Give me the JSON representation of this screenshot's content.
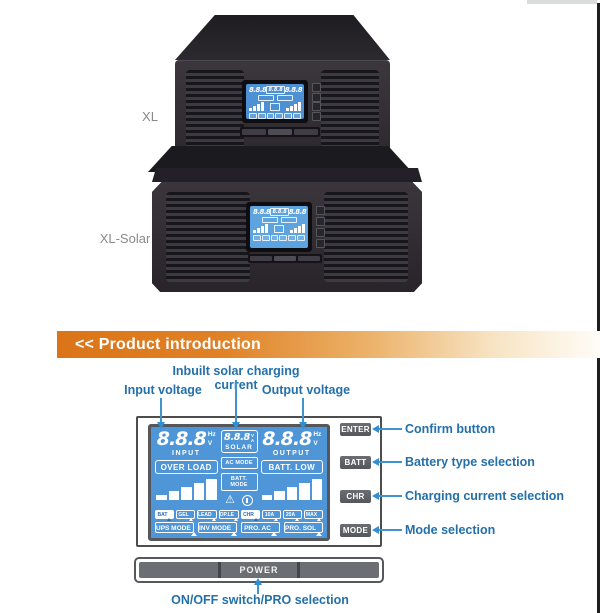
{
  "banner": {
    "title": "<< Product introduction"
  },
  "devices": {
    "xl": {
      "label": "XL"
    },
    "xl_solar": {
      "label": "XL-Solar"
    },
    "mini_lcd": {
      "left": "8.8.8",
      "center": "8.8.8",
      "right": "8.8.8"
    }
  },
  "callouts": {
    "solar": {
      "text": "Inbuilt solar charging current"
    },
    "input": {
      "text": "Input voltage"
    },
    "output": {
      "text": "Output voltage"
    },
    "power": {
      "text": "ON/OFF switch/PRO selection"
    }
  },
  "lcd": {
    "input": {
      "value": "8.8.8",
      "unit_top": "Hz",
      "unit_bottom": "V",
      "label": "INPUT",
      "status": "OVER LOAD"
    },
    "solar": {
      "value": "8.8.8",
      "unit_top": "V",
      "unit_bottom": "A",
      "label": "SOLAR"
    },
    "center_modes": {
      "mode1": "AC MODE",
      "mode2": "BATT. MODE"
    },
    "output": {
      "value": "8.8.8",
      "unit_top": "Hz",
      "unit_bottom": "V",
      "label": "OUTPUT",
      "status": "BATT. LOW"
    },
    "chips_row1": [
      {
        "label": "BAT",
        "active": true
      },
      {
        "label": "GEL",
        "active": false
      },
      {
        "label": "LEAD",
        "active": false
      },
      {
        "label": "OP.LE",
        "active": false
      },
      {
        "label": "CHR",
        "active": true
      },
      {
        "label": "10A",
        "active": false
      },
      {
        "label": "20A",
        "active": false
      },
      {
        "label": "MAX",
        "active": false
      }
    ],
    "chips_row2": [
      {
        "label": "UPS MODE"
      },
      {
        "label": "INV MODE"
      },
      {
        "label": "PRO. AC"
      },
      {
        "label": "PRO. SOL"
      }
    ]
  },
  "buttons": [
    {
      "label": "ENTER",
      "desc": "Confirm button"
    },
    {
      "label": "BATT",
      "desc": "Battery type selection"
    },
    {
      "label": "CHR",
      "desc": "Charging current selection"
    },
    {
      "label": "MODE",
      "desc": "Mode selection"
    }
  ],
  "power_bar": {
    "label": "POWER"
  },
  "icons": {
    "warning": "⚠"
  },
  "colors": {
    "banner_orange": "#db7418",
    "callout_text": "#2470a8",
    "callout_line": "#3f93cf",
    "lcd_blue": "#4f96d8",
    "button_gray": "#5a5e63"
  }
}
